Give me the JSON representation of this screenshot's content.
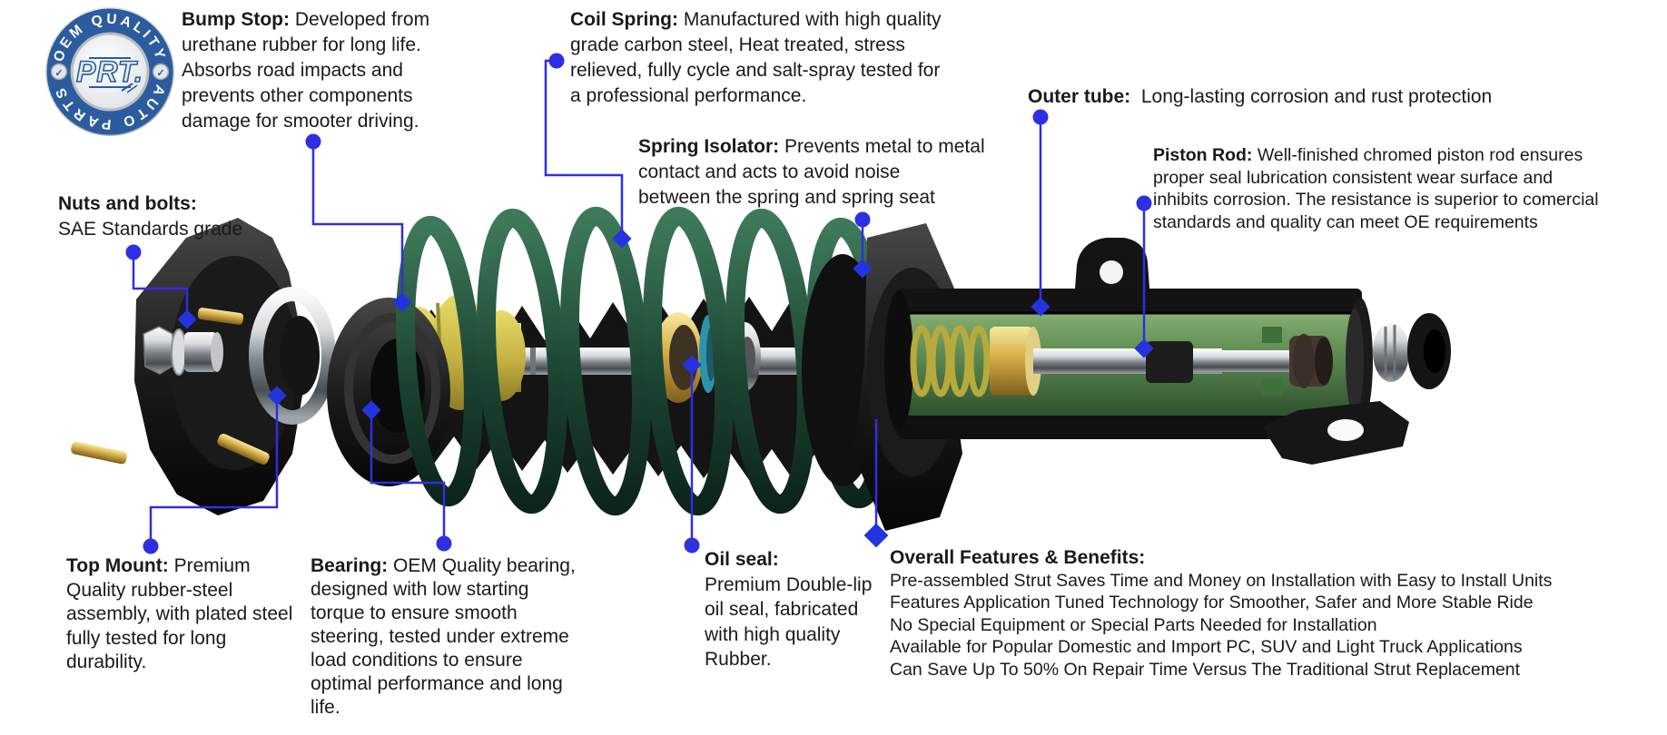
{
  "logo": {
    "ring_top_text": "OEM QUALITY",
    "ring_bottom_text": "AUTO PARTS",
    "center_text": "PRT.",
    "check_glyph": "✓",
    "ring_color": "#2c5c9e"
  },
  "colors": {
    "leader_blue": "#2f2fe2",
    "marker_blue": "#2433e0",
    "text": "#1a1a1a",
    "spring_green": "#1c4432",
    "body_green": "#5d8a50",
    "bump_stop_yellow": "#d6c654",
    "brass_gold": "#d4ab45",
    "chrome_silver": "#c8ccd0"
  },
  "callouts": {
    "bump_stop": {
      "title": "Bump Stop:",
      "first": " Developed from",
      "lines": [
        "urethane rubber for long life.",
        "Absorbs road impacts and",
        "prevents other components",
        "damage for smooter driving."
      ]
    },
    "coil_spring": {
      "title": "Coil Spring:",
      "first": " Manufactured with high quality",
      "lines": [
        "grade carbon steel, Heat treated, stress",
        "relieved, fully cycle and salt-spray tested for",
        "a professional performance."
      ]
    },
    "outer_tube": {
      "title": "Outer tube:",
      "first": "  Long-lasting corrosion and rust protection",
      "lines": []
    },
    "spring_isolator": {
      "title": "Spring Isolator:",
      "first": " Prevents metal to metal",
      "lines": [
        "contact and acts to avoid noise",
        "between the spring and spring seat"
      ]
    },
    "piston_rod": {
      "title": "Piston Rod:",
      "first": " Well-finished chromed piston rod ensures",
      "lines": [
        "proper seal lubrication consistent wear surface and",
        "inhibits corrosion. The resistance is superior to comercial",
        "standards and quality can meet OE requirements"
      ]
    },
    "nuts_bolts": {
      "title": "Nuts and bolts:",
      "first": "",
      "lines": [
        "SAE Standards grade"
      ]
    },
    "top_mount": {
      "title": "Top Mount:",
      "first": " Premium",
      "lines": [
        "Quality rubber-steel",
        "assembly, with plated steel",
        "fully tested for long",
        "durability."
      ]
    },
    "bearing": {
      "title": "Bearing:",
      "first": " OEM Quality bearing,",
      "lines": [
        "designed with low starting",
        "torque to ensure smooth",
        "steering, tested under extreme",
        "load conditions to ensure",
        "optimal performance and long",
        "life."
      ]
    },
    "oil_seal": {
      "title": "Oil seal:",
      "first": "",
      "lines": [
        "Premium Double-lip",
        "oil seal, fabricated",
        "with high quality",
        "Rubber."
      ]
    },
    "overall": {
      "title": "Overall Features & Benefits:",
      "first": "",
      "lines": [
        "Pre-assembled Strut Saves Time and Money on Installation with Easy to Install Units",
        "Features Application Tuned Technology for Smoother, Safer and More Stable Ride",
        "No Special Equipment or Special Parts Needed for Installation",
        "Available for Popular Domestic and Import PC, SUV and Light Truck Applications",
        "Can Save Up To 50% On Repair Time Versus The Traditional Strut Replacement"
      ]
    }
  }
}
